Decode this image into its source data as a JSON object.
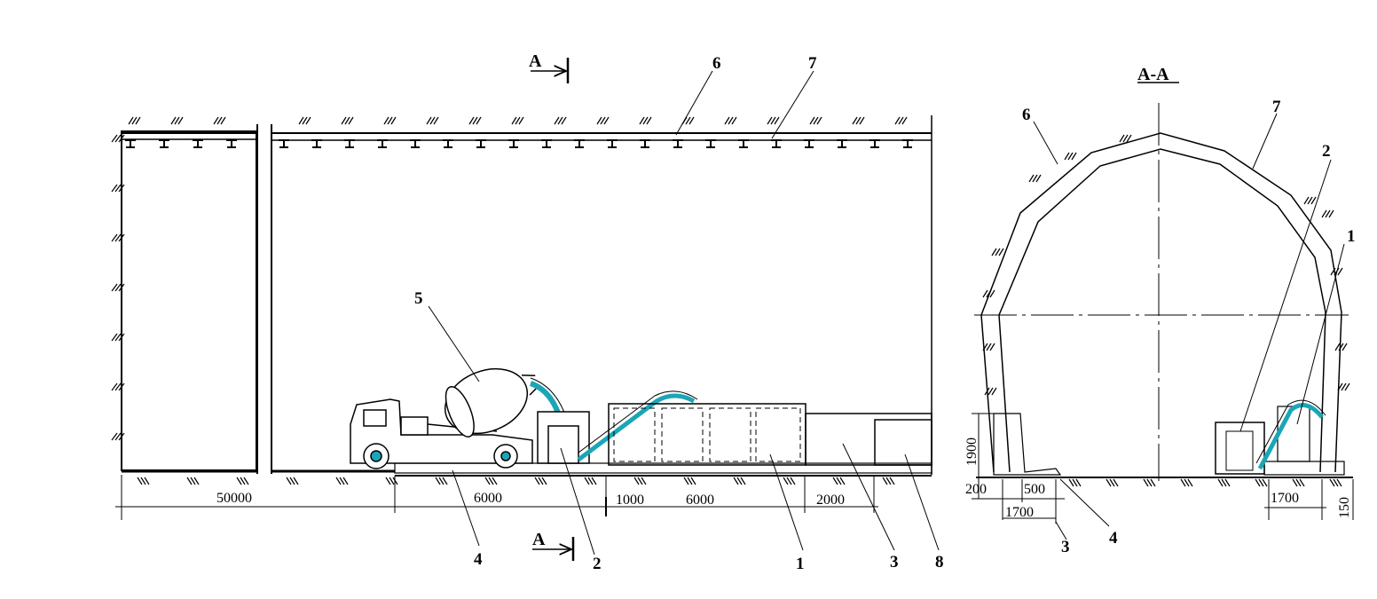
{
  "section_marks": {
    "top": "A",
    "bottom": "A",
    "view_title": "A-A"
  },
  "callouts": {
    "left": [
      "6",
      "7",
      "5",
      "4",
      "2",
      "1",
      "3",
      "8"
    ],
    "right": [
      "6",
      "7",
      "2",
      "1",
      "4",
      "3"
    ]
  },
  "dimensions": {
    "left": [
      "50000",
      "6000",
      "1000",
      "6000",
      "2000"
    ],
    "right": [
      "1900",
      "200",
      "500",
      "1700",
      "1700",
      "150"
    ]
  },
  "colors": {
    "line": "#000000",
    "accent": "#1aa6b7",
    "background": "#ffffff"
  }
}
